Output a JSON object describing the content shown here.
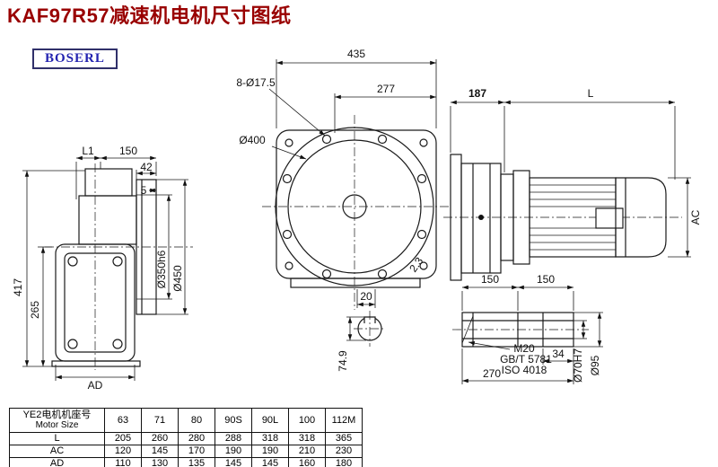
{
  "page": {
    "title": "KAF97R57减速机电机尺寸图纸",
    "logo": "BOSERL",
    "title_color": "#990000",
    "logo_color": "#2323b0"
  },
  "drawing": {
    "side_view": {
      "l1": "L1",
      "d150": "150",
      "d42": "42",
      "d5": "5",
      "d417": "417",
      "d265": "265",
      "ad": "AD",
      "d350": "Ø350h6",
      "d450": "Ø450"
    },
    "front_view": {
      "d435": "435",
      "holes": "8-Ø17.5",
      "d277": "277",
      "d400": "Ø400",
      "d20": "20",
      "chamfer": "2.3",
      "d74_9": "74.9"
    },
    "motor_view": {
      "d187": "187",
      "l": "L",
      "ac": "AC"
    },
    "shaft_view": {
      "d150a": "150",
      "d150b": "150",
      "m20": "M20",
      "gbt": "GB/T 5781",
      "iso": "ISO 4018",
      "d34": "34",
      "d270": "270",
      "d70": "Ø70H7",
      "d95": "Ø95"
    }
  },
  "table": {
    "header_cn": "YE2电机机座号",
    "header_en": "Motor Size",
    "sizes": [
      "63",
      "71",
      "80",
      "90S",
      "90L",
      "100",
      "112M"
    ],
    "rows": [
      {
        "label": "L",
        "values": [
          "205",
          "260",
          "280",
          "288",
          "318",
          "318",
          "365"
        ]
      },
      {
        "label": "AC",
        "values": [
          "120",
          "145",
          "170",
          "190",
          "190",
          "210",
          "230"
        ]
      },
      {
        "label": "AD",
        "values": [
          "110",
          "130",
          "135",
          "145",
          "145",
          "160",
          "180"
        ]
      }
    ]
  }
}
